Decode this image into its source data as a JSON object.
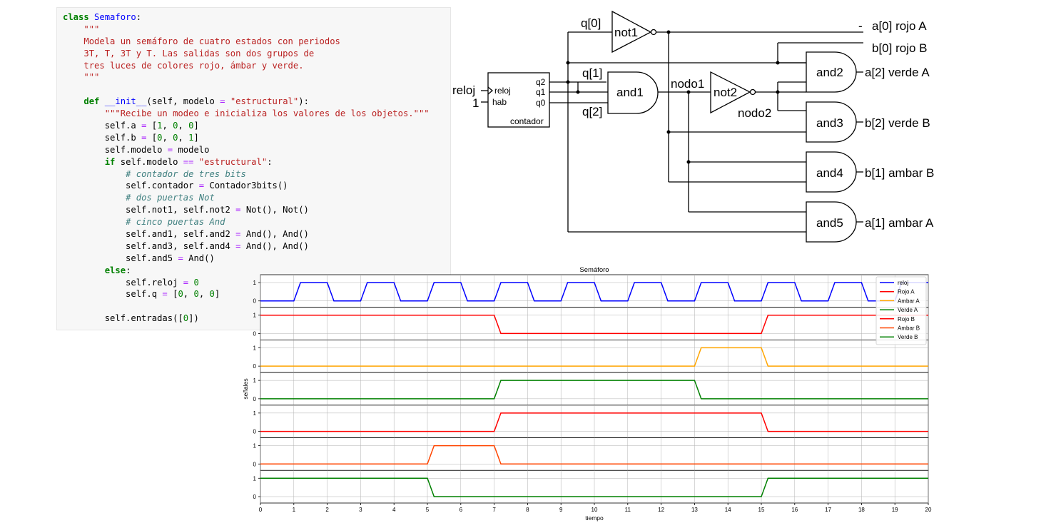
{
  "code": {
    "lines": [
      [
        [
          "kw",
          "class "
        ],
        [
          "cls",
          "Semaforo"
        ],
        [
          "t",
          ":"
        ]
      ],
      [
        [
          "t",
          "    "
        ],
        [
          "str",
          "\"\"\""
        ]
      ],
      [
        [
          "t",
          "    "
        ],
        [
          "str",
          "Modela un semáforo de cuatro estados con periodos"
        ]
      ],
      [
        [
          "t",
          "    "
        ],
        [
          "str",
          "3T, T, 3T y T. Las salidas son dos grupos de"
        ]
      ],
      [
        [
          "t",
          "    "
        ],
        [
          "str",
          "tres luces de colores rojo, ámbar y verde."
        ]
      ],
      [
        [
          "t",
          "    "
        ],
        [
          "str",
          "\"\"\""
        ]
      ],
      [
        [
          "t",
          ""
        ]
      ],
      [
        [
          "t",
          "    "
        ],
        [
          "kw",
          "def "
        ],
        [
          "fn",
          "__init__"
        ],
        [
          "t",
          "(self, modelo "
        ],
        [
          "op",
          "="
        ],
        [
          "t",
          " "
        ],
        [
          "str",
          "\"estructural\""
        ],
        [
          "t",
          "):"
        ]
      ],
      [
        [
          "t",
          "        "
        ],
        [
          "str",
          "\"\"\"Recibe un modeo e inicializa los valores de los objetos.\"\"\""
        ]
      ],
      [
        [
          "t",
          "        self.a "
        ],
        [
          "op",
          "="
        ],
        [
          "t",
          " ["
        ],
        [
          "num",
          "1"
        ],
        [
          "t",
          ", "
        ],
        [
          "num",
          "0"
        ],
        [
          "t",
          ", "
        ],
        [
          "num",
          "0"
        ],
        [
          "t",
          "]"
        ]
      ],
      [
        [
          "t",
          "        self.b "
        ],
        [
          "op",
          "="
        ],
        [
          "t",
          " ["
        ],
        [
          "num",
          "0"
        ],
        [
          "t",
          ", "
        ],
        [
          "num",
          "0"
        ],
        [
          "t",
          ", "
        ],
        [
          "num",
          "1"
        ],
        [
          "t",
          "]"
        ]
      ],
      [
        [
          "t",
          "        self.modelo "
        ],
        [
          "op",
          "="
        ],
        [
          "t",
          " modelo"
        ]
      ],
      [
        [
          "t",
          "        "
        ],
        [
          "kw",
          "if"
        ],
        [
          "t",
          " self.modelo "
        ],
        [
          "op",
          "=="
        ],
        [
          "t",
          " "
        ],
        [
          "str",
          "\"estructural\""
        ],
        [
          "t",
          ":"
        ]
      ],
      [
        [
          "t",
          "            "
        ],
        [
          "cm",
          "# contador de tres bits"
        ]
      ],
      [
        [
          "t",
          "            self.contador "
        ],
        [
          "op",
          "="
        ],
        [
          "t",
          " Contador3bits()"
        ]
      ],
      [
        [
          "t",
          "            "
        ],
        [
          "cm",
          "# dos puertas Not"
        ]
      ],
      [
        [
          "t",
          "            self.not1, self.not2 "
        ],
        [
          "op",
          "="
        ],
        [
          "t",
          " Not(), Not()"
        ]
      ],
      [
        [
          "t",
          "            "
        ],
        [
          "cm",
          "# cinco puertas And"
        ]
      ],
      [
        [
          "t",
          "            self.and1, self.and2 "
        ],
        [
          "op",
          "="
        ],
        [
          "t",
          " And(), And()"
        ]
      ],
      [
        [
          "t",
          "            self.and3, self.and4 "
        ],
        [
          "op",
          "="
        ],
        [
          "t",
          " And(), And()"
        ]
      ],
      [
        [
          "t",
          "            self.and5 "
        ],
        [
          "op",
          "="
        ],
        [
          "t",
          " And()"
        ]
      ],
      [
        [
          "t",
          "        "
        ],
        [
          "kw",
          "else"
        ],
        [
          "t",
          ":"
        ]
      ],
      [
        [
          "t",
          "            self.reloj "
        ],
        [
          "op",
          "="
        ],
        [
          "t",
          " "
        ],
        [
          "num",
          "0"
        ]
      ],
      [
        [
          "t",
          "            self.q "
        ],
        [
          "op",
          "="
        ],
        [
          "t",
          " ["
        ],
        [
          "num",
          "0"
        ],
        [
          "t",
          ", "
        ],
        [
          "num",
          "0"
        ],
        [
          "t",
          ", "
        ],
        [
          "num",
          "0"
        ],
        [
          "t",
          "]"
        ]
      ],
      [
        [
          "t",
          ""
        ]
      ],
      [
        [
          "t",
          "        self.entradas(["
        ],
        [
          "num",
          "0"
        ],
        [
          "t",
          "])"
        ]
      ]
    ]
  },
  "circuit": {
    "counter": {
      "name": "contador",
      "inputs": [
        "reloj",
        "hab"
      ],
      "outputs": [
        "q2",
        "q1",
        "q0"
      ]
    },
    "external_inputs": {
      "clock": "reloj",
      "enable": "1"
    },
    "wire_labels": {
      "q0": "q[0]",
      "q1": "q[1]",
      "q2": "q[2]",
      "nodo1": "nodo1",
      "nodo2": "nodo2"
    },
    "gates": {
      "not1": "not1",
      "not2": "not2",
      "and1": "and1",
      "and2": "and2",
      "and3": "and3",
      "and4": "and4",
      "and5": "and5"
    },
    "outputs": {
      "a0": "a[0] rojo A",
      "b0": "b[0] rojo B",
      "a2": "a[2] verde A",
      "b2": "b[2] verde B",
      "b1": "b[1] ambar B",
      "a1": "a[1] ambar A"
    }
  },
  "chart_data": {
    "type": "line",
    "title": "Semáforo",
    "xlabel": "tiempo",
    "ylabel": "señales",
    "xlim": [
      0,
      20
    ],
    "xticks": [
      0,
      1,
      2,
      3,
      4,
      5,
      6,
      7,
      8,
      9,
      10,
      11,
      12,
      13,
      14,
      15,
      16,
      17,
      18,
      19,
      20
    ],
    "yticks": [
      0,
      1
    ],
    "grid": true,
    "legend": "top-right",
    "series": [
      {
        "name": "reloj",
        "color": "#0000ff",
        "x": [
          0,
          1,
          1.2,
          2,
          2.2,
          3,
          3.2,
          4,
          4.2,
          5,
          5.2,
          6,
          6.2,
          7,
          7.2,
          8,
          8.2,
          9,
          9.2,
          10,
          10.2,
          11,
          11.2,
          12,
          12.2,
          13,
          13.2,
          14,
          14.2,
          15,
          15.2,
          16,
          16.2,
          17,
          17.2,
          18,
          18.2,
          19,
          19.2,
          20
        ],
        "y": [
          0,
          0,
          1,
          1,
          0,
          0,
          1,
          1,
          0,
          0,
          1,
          1,
          0,
          0,
          1,
          1,
          0,
          0,
          1,
          1,
          0,
          0,
          1,
          1,
          0,
          0,
          1,
          1,
          0,
          0,
          1,
          1,
          0,
          0,
          1,
          1,
          0,
          0,
          1,
          1
        ]
      },
      {
        "name": "Rojo A",
        "color": "#ff0000",
        "x": [
          0,
          7,
          7.2,
          15,
          15.2,
          20
        ],
        "y": [
          1,
          1,
          0,
          0,
          1,
          1
        ]
      },
      {
        "name": "Ambar A",
        "color": "#ffa500",
        "x": [
          0,
          13,
          13.2,
          15,
          15.2,
          20
        ],
        "y": [
          0,
          0,
          1,
          1,
          0,
          0
        ]
      },
      {
        "name": "Verde A",
        "color": "#008000",
        "x": [
          0,
          7,
          7.2,
          13,
          13.2,
          20
        ],
        "y": [
          0,
          0,
          1,
          1,
          0,
          0
        ]
      },
      {
        "name": "Rojo B",
        "color": "#ff0000",
        "x": [
          0,
          7,
          7.2,
          15,
          15.2,
          20
        ],
        "y": [
          0,
          0,
          1,
          1,
          0,
          0
        ]
      },
      {
        "name": "Ambar B",
        "color": "#ff4500",
        "x": [
          0,
          5,
          5.2,
          7,
          7.2,
          20
        ],
        "y": [
          0,
          0,
          1,
          1,
          0,
          0
        ]
      },
      {
        "name": "Verde B",
        "color": "#008000",
        "x": [
          0,
          5,
          5.2,
          15,
          15.2,
          20
        ],
        "y": [
          1,
          1,
          0,
          0,
          1,
          1
        ]
      }
    ]
  }
}
